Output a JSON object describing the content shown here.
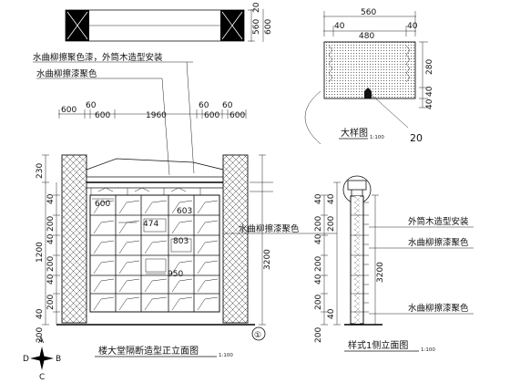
{
  "top_view": {
    "dims_right": [
      "560",
      "20",
      "600"
    ]
  },
  "section_view": {
    "top_dims": [
      "560",
      "40",
      "480",
      "40"
    ],
    "right_dims": [
      "280",
      "40",
      "40"
    ],
    "callout_number": "20",
    "title": "大样图",
    "scale": "1:100"
  },
  "annotations": {
    "note_top": "水曲柳擦聚色漆，外筒木造型安装",
    "note_mid": "水曲柳擦漆聚色",
    "right_label_1": "水曲柳擦漆聚色",
    "right_label_2": "外筒木造型安装",
    "right_label_3": "水曲柳擦漆聚色",
    "right_label_4": "水曲柳擦漆聚色"
  },
  "front_elevation": {
    "top_dims": [
      "600",
      "60",
      "600",
      "1960",
      "60",
      "600",
      "60",
      "600"
    ],
    "left_dims": [
      "230",
      "1200",
      "40",
      "200",
      "40",
      "200",
      "40",
      "200",
      "40",
      "200"
    ],
    "right_dims": [
      "3200"
    ],
    "inner_dims": [
      "600",
      "603",
      "474",
      "803",
      "950"
    ],
    "marker": "①",
    "title": "楼大堂隔断造型正立面图",
    "scale": "1:100"
  },
  "side_elevation": {
    "left_dims": [
      "40",
      "200",
      "40",
      "200",
      "40",
      "200",
      "40",
      "200",
      "40",
      "200"
    ],
    "right_dims": [
      "3200"
    ],
    "title": "样式1侧立面图",
    "scale": "1:100"
  },
  "compass": {
    "labels": [
      "A",
      "B",
      "C",
      "D"
    ]
  }
}
